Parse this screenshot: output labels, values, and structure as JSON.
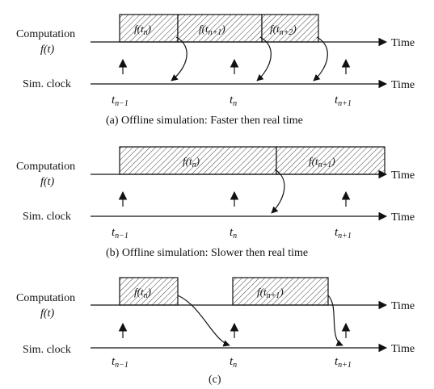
{
  "row_labels": {
    "computation_line1": "Computation",
    "computation_line2": "f(t)",
    "sim_clock": "Sim. clock",
    "time": "Time"
  },
  "ticks": {
    "t_prev": {
      "base": "t",
      "sub": "n−1"
    },
    "t_n": {
      "base": "t",
      "sub": "n"
    },
    "t_next": {
      "base": "t",
      "sub": "n+1"
    }
  },
  "boxes": {
    "f_tn": {
      "pre": "f(t",
      "sub": "n",
      "post": ")"
    },
    "f_tn1": {
      "pre": "f(t",
      "sub": "n+1",
      "post": ")"
    },
    "f_tn2": {
      "pre": "f(t",
      "sub": "n+2",
      "post": ")"
    }
  },
  "captions": {
    "a": "(a) Offline simulation: Faster then real time",
    "b": "(b) Offline simulation: Slower then real time",
    "c": "(c)"
  },
  "colors": {
    "ink": "#111111",
    "hatch": "#444444"
  }
}
